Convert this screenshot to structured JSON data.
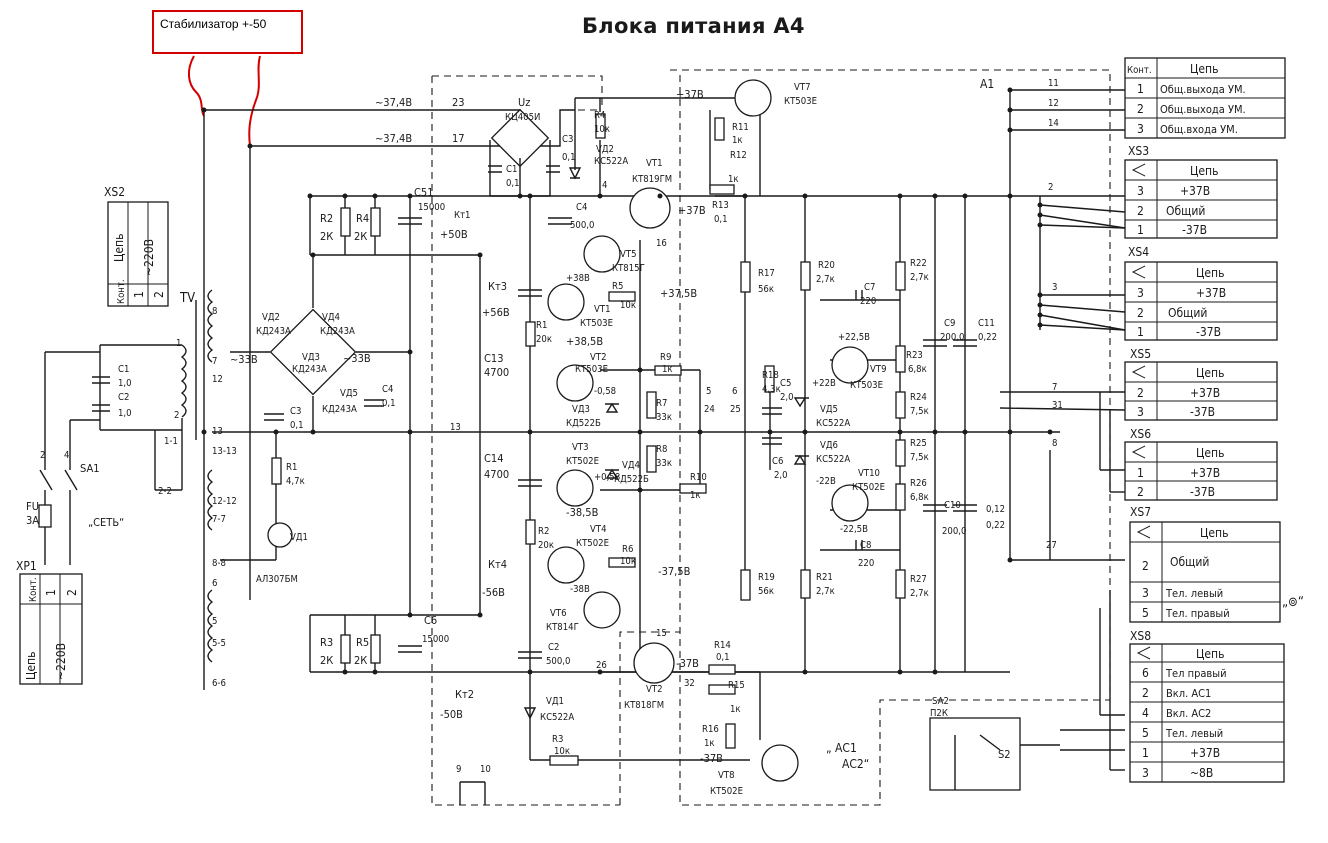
{
  "title": "Блока питания А4",
  "annotation": "Стабилизатор +-50",
  "module_label": "А1",
  "supply_labels": {
    "v23": "~37,4В",
    "n23": "23",
    "v17": "~37,4В",
    "n17": "17",
    "p37": "+37В",
    "p50": "+50В",
    "m50": "-50В",
    "p56": "+56В",
    "m56": "-56В",
    "p375": "+37,5В",
    "m375": "-37,5В",
    "m37": "-37В",
    "m37b": "-37В",
    "p37b": "+37В",
    "p38": "+38В",
    "p385": "+38,5В",
    "m385": "-38,5В",
    "m38": "-38В",
    "p225": "+22,5В",
    "m225": "-22,5В",
    "p22": "+22В",
    "m22": "-22В",
    "m058": "-0,58",
    "p058": "+0,58",
    "ac_left": "~33В",
    "ac_right": "~33В"
  },
  "components": {
    "uz": "Uz",
    "uz_type": "КЦ405И",
    "c3": "C3",
    "c3v": "0,1",
    "c1": "C1",
    "c1v": "0,1",
    "r4": "R4",
    "r4v": "10к",
    "vd2": "VД2",
    "vd2t": "КС522А",
    "vt1": "VT1",
    "vt1t": "КТ819ГМ",
    "vt7": "VT7",
    "vt7t": "КТ503Е",
    "r11": "R11",
    "r11v": "1к",
    "r12": "R12",
    "r12v": "1к",
    "r13": "R13",
    "r13v": "0,1",
    "c4": "C4",
    "c4v": "500,0",
    "vt5": "VT5",
    "vt5t": "КТ815Г",
    "r5": "R5",
    "r5v": "10к",
    "kt1": "Кт1",
    "kt3": "Кт3",
    "kt4": "Кт4",
    "kt2": "Кт2",
    "r1": "R1",
    "r1v": "20к",
    "vt1b": "VT1",
    "vt1bt": "КТ503Е",
    "c13": "C13",
    "c13v": "4700",
    "vt2": "VT2",
    "vt2t": "КТ503Е",
    "r9": "R9",
    "r9v": "1к",
    "r7": "R7",
    "r7v": "33к",
    "vd3": "VД3",
    "vd3t": "КД522Б",
    "vt3": "VT3",
    "vt3t": "КТ502Е",
    "vd4": "VД4",
    "vd4t": "КД522Б",
    "r8": "R8",
    "r8v": "33к",
    "r10": "R10",
    "r10v": "1к",
    "c14": "C14",
    "c14v": "4700",
    "r2": "R2",
    "r2v": "20к",
    "vt4": "VT4",
    "vt4t": "КТ502Е",
    "r6": "R6",
    "r6v": "10к",
    "vt6": "VT6",
    "vt6t": "КТ814Г",
    "c2": "C2",
    "c2v": "500,0",
    "vt2b": "VT2",
    "vt2bt": "КТ818ГМ",
    "r14": "R14",
    "r14v": "0,1",
    "r15": "R15",
    "r15v": "1к",
    "r16": "R16",
    "r16v": "1к",
    "vt8": "VT8",
    "vt8t": "КТ502Е",
    "vd1": "VД1",
    "vd1t": "КС522А",
    "r3": "R3",
    "r3v": "10к",
    "r17": "R17",
    "r17v": "56к",
    "r18": "R18",
    "r18v": "4,3к",
    "c5": "C5",
    "c5v": "2,0",
    "c6": "C6",
    "c6v": "2,0",
    "r19": "R19",
    "r19v": "56к",
    "r20": "R20",
    "r20v": "2,7к",
    "c7": "C7",
    "c7v": "220",
    "vt9": "VT9",
    "vt9t": "КТ503Е",
    "vd5": "VД5",
    "vd5t": "КС522А",
    "vd6": "VД6",
    "vd6t": "КС522А",
    "vt10": "VT10",
    "vt10t": "КТ502Е",
    "c8": "C8",
    "c8v": "220",
    "r21": "R21",
    "r21v": "2,7к",
    "r22": "R22",
    "r22v": "2,7к",
    "r23": "R23",
    "r23v": "6,8к",
    "r24": "R24",
    "r24v": "7,5к",
    "r25": "R25",
    "r25v": "7,5к",
    "r26": "R26",
    "r26v": "6,8к",
    "r27": "R27",
    "r27v": "2,7к",
    "c9": "C9",
    "c9v": "200,0",
    "c11": "C11",
    "c11v": "0,22",
    "c10": "C10",
    "c10v": "200,0",
    "c12v": "0,12",
    "c12v2": "0,22",
    "c51": "C51",
    "c51v": "15000",
    "c6b": "C6",
    "c6bv": "15000",
    "r2b": "R2",
    "r2bv": "2К",
    "r4b": "R4",
    "r4bv": "2К",
    "r3b": "R3",
    "r3bv": "2К",
    "r5b": "R5",
    "r5bv": "2К",
    "vd2b": "VД2",
    "vd2bt": "КД243А",
    "vd4b": "VД4",
    "vd4bt": "КД243А",
    "vd3b": "VД3",
    "vd3bt": "КД243А",
    "vd5b": "VД5",
    "vd5bt": "КД243А",
    "c4b": "C4",
    "c4bv": "0,1",
    "c3b": "C3",
    "c3bv": "0,1",
    "r1b": "R1",
    "r1bv": "4,7к",
    "vd1b": "VД1",
    "vd1bt": "АЛ307БМ",
    "c1b": "C1",
    "c1bv": "1,0",
    "c2b": "C2",
    "c2bv": "1,0",
    "tv": "TV",
    "sa1": "SA1",
    "fu": "FU",
    "fuv": "3А",
    "set": "„СЕТЬ“",
    "ac12": "„ АС1",
    "ac12b": "АС2“",
    "sa2": "SA2",
    "sa2t": "П2К",
    "s2": "S2"
  },
  "pins": [
    "23",
    "17",
    "4",
    "16",
    "15",
    "26",
    "32",
    "5",
    "24",
    "6",
    "25",
    "13",
    "9",
    "10",
    "8",
    "27",
    "7",
    "31",
    "11",
    "12",
    "14",
    "2",
    "1",
    "8",
    "7",
    "12",
    "2",
    "1-1",
    "2-2",
    "13",
    "13-13",
    "12-12",
    "7-7",
    "8-8",
    "6",
    "5",
    "5-5",
    "6-6",
    "3",
    "4"
  ],
  "connectors": {
    "table_top": {
      "header": [
        "Конт.",
        "Цепь"
      ],
      "rows": [
        [
          "1",
          "Общ.выхода УМ."
        ],
        [
          "2",
          "Общ.выхода УМ."
        ],
        [
          "3",
          "Общ.входа УМ."
        ]
      ]
    },
    "xs3": {
      "name": "XS3",
      "header": "Цепь",
      "rows": [
        [
          "3",
          "+37В"
        ],
        [
          "2",
          "Общий"
        ],
        [
          "1",
          "-37В"
        ]
      ]
    },
    "xs4": {
      "name": "XS4",
      "header": "Цепь",
      "rows": [
        [
          "3",
          "+37В"
        ],
        [
          "2",
          "Общий"
        ],
        [
          "1",
          "-37В"
        ]
      ]
    },
    "xs5": {
      "name": "XS5",
      "header": "Цепь",
      "rows": [
        [
          "2",
          "+37В"
        ],
        [
          "3",
          "-37В"
        ]
      ]
    },
    "xs6": {
      "name": "XS6",
      "header": "Цепь",
      "rows": [
        [
          "1",
          "+37В"
        ],
        [
          "2",
          "-37В"
        ]
      ]
    },
    "xs7": {
      "name": "XS7",
      "header": "Цепь",
      "rows": [
        [
          "2",
          "Общий"
        ],
        [
          "3",
          "Тел. левый"
        ],
        [
          "5",
          "Тел. правый"
        ]
      ],
      "phones": "„⊚“"
    },
    "xs8": {
      "name": "XS8",
      "header": "Цепь",
      "rows": [
        [
          "6",
          "Тел правый"
        ],
        [
          "2",
          "Вкл. АС1"
        ],
        [
          "4",
          "Вкл. АС2"
        ],
        [
          "5",
          "Тел. левый"
        ],
        [
          "1",
          "+37В"
        ],
        [
          "3",
          "~8В"
        ]
      ]
    },
    "xs2": {
      "name": "XS2",
      "col1": "Конт.",
      "col2": "Цепь",
      "v1": "1",
      "v2": "2",
      "value": "~220В"
    },
    "xp1": {
      "name": "XP1",
      "col1": "Конт.",
      "col2": "Цепь",
      "v1": "1",
      "v2": "2",
      "value": "~220В"
    }
  }
}
